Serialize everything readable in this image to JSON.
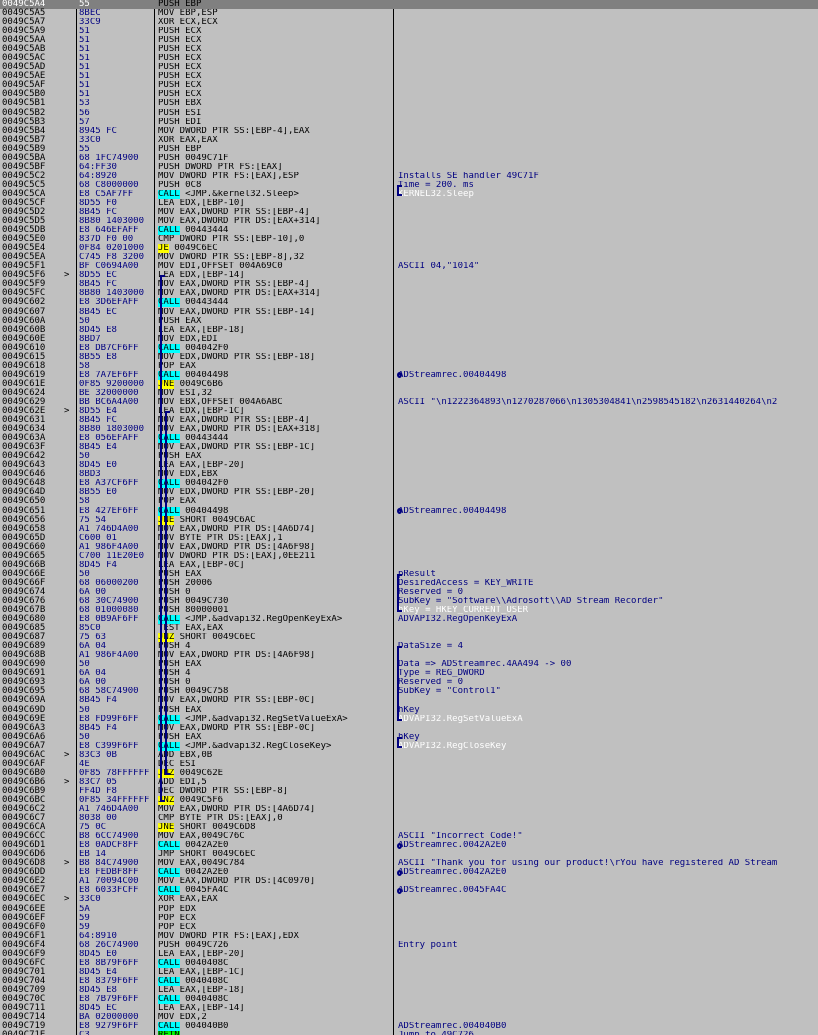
{
  "rows": [
    [
      "0049C5A4",
      "",
      "55",
      "PUSH EBP",
      ""
    ],
    [
      "0049C5A5",
      "",
      "8BEC",
      "MOV EBP,ESP",
      ""
    ],
    [
      "0049C5A7",
      "",
      "33C9",
      "XOR ECX,ECX",
      ""
    ],
    [
      "0049C5A9",
      "",
      "51",
      "PUSH ECX",
      ""
    ],
    [
      "0049C5AA",
      "",
      "51",
      "PUSH ECX",
      ""
    ],
    [
      "0049C5AB",
      "",
      "51",
      "PUSH ECX",
      ""
    ],
    [
      "0049C5AC",
      "",
      "51",
      "PUSH ECX",
      ""
    ],
    [
      "0049C5AD",
      "",
      "51",
      "PUSH ECX",
      ""
    ],
    [
      "0049C5AE",
      "",
      "51",
      "PUSH ECX",
      ""
    ],
    [
      "0049C5AF",
      "",
      "51",
      "PUSH ECX",
      ""
    ],
    [
      "0049C5B0",
      "",
      "51",
      "PUSH ECX",
      ""
    ],
    [
      "0049C5B1",
      "",
      "53",
      "PUSH EBX",
      ""
    ],
    [
      "0049C5B2",
      "",
      "56",
      "PUSH ESI",
      ""
    ],
    [
      "0049C5B3",
      "",
      "57",
      "PUSH EDI",
      ""
    ],
    [
      "0049C5B4",
      "",
      "8945 FC",
      "MOV DWORD PTR SS:[EBP-4],EAX",
      ""
    ],
    [
      "0049C5B7",
      "",
      "33C0",
      "XOR EAX,EAX",
      ""
    ],
    [
      "0049C5B9",
      "",
      "55",
      "PUSH EBP",
      ""
    ],
    [
      "0049C5BA",
      "",
      "68 1FC74900",
      "PUSH 0049C71F",
      ""
    ],
    [
      "0049C5BF",
      "",
      "64:FF30",
      "PUSH DWORD PTR FS:[EAX]",
      ""
    ],
    [
      "0049C5C2",
      "",
      "64:8920",
      "MOV DWORD PTR FS:[EAX],ESP",
      "Installs SE handler 49C71F"
    ],
    [
      "0049C5C5",
      "",
      "68 C8000000",
      "PUSH 0C8",
      "Time = 200. ms"
    ],
    [
      "0049C5CA",
      "",
      "E8 C5AF7FF",
      "CALL <JMP.&kernel32.Sleep>",
      "KERNEL32.Sleep"
    ],
    [
      "0049C5CF",
      "",
      "8D55 F0",
      "LEA EDX,[EBP-10]",
      ""
    ],
    [
      "0049C5D2",
      "",
      "8B45 FC",
      "MOV EAX,DWORD PTR SS:[EBP-4]",
      ""
    ],
    [
      "0049C5D5",
      "",
      "8B80 1403000",
      "MOV EAX,DWORD PTR DS:[EAX+314]",
      ""
    ],
    [
      "0049C5DB",
      "",
      "E8 646EFAFF",
      "CALL 00443444",
      ""
    ],
    [
      "0049C5E0",
      "",
      "837D F0 00",
      "CMP DWORD PTR SS:[EBP-10],0",
      ""
    ],
    [
      "0049C5E4",
      "",
      "0F84 0201000",
      "JE 0049C6EC",
      ""
    ],
    [
      "0049C5EA",
      "",
      "C745 F8 3200",
      "MOV DWORD PTR SS:[EBP-8],32",
      ""
    ],
    [
      "0049C5F1",
      "",
      "BF C0694A00",
      "MOV EDI,OFFSET 004A69C0",
      "ASCII 04,\"1014\""
    ],
    [
      "0049C5F6",
      ">",
      "8D55 EC",
      "LEA EDX,[EBP-14]",
      ""
    ],
    [
      "0049C5F9",
      "",
      "8B45 FC",
      "MOV EAX,DWORD PTR SS:[EBP-4]",
      ""
    ],
    [
      "0049C5FC",
      "",
      "8B80 1403000",
      "MOV EAX,DWORD PTR DS:[EAX+314]",
      ""
    ],
    [
      "0049C602",
      "",
      "E8 3D6EFAFF",
      "CALL 00443444",
      ""
    ],
    [
      "0049C607",
      "",
      "8B45 EC",
      "MOV EAX,DWORD PTR SS:[EBP-14]",
      ""
    ],
    [
      "0049C60A",
      "",
      "50",
      "PUSH EAX",
      ""
    ],
    [
      "0049C60B",
      "",
      "8D45 E8",
      "LEA EAX,[EBP-18]",
      ""
    ],
    [
      "0049C60E",
      "",
      "8BD7",
      "MOV EDX,EDI",
      ""
    ],
    [
      "0049C610",
      "",
      "E8 DB7CF6FF",
      "CALL 004042F0",
      ""
    ],
    [
      "0049C615",
      "",
      "8B55 E8",
      "MOV EDX,DWORD PTR SS:[EBP-18]",
      ""
    ],
    [
      "0049C618",
      "",
      "58",
      "POP EAX",
      ""
    ],
    [
      "0049C619",
      "",
      "E8 7A7EF6FF",
      "CALL 00404498",
      "ADStreamrec.00404498"
    ],
    [
      "0049C61E",
      "",
      "0F85 9200000",
      "JNE 0049C6B6",
      ""
    ],
    [
      "0049C624",
      "",
      "BE 32000000",
      "MOV ESI,32",
      ""
    ],
    [
      "0049C629",
      "",
      "BB BC6A4A00",
      "MOV EBX,OFFSET 004A6ABC",
      "ASCII \"\\n1222364893\\n1270287066\\n1305304841\\n2598545182\\n2631440264\\n2"
    ],
    [
      "0049C62E",
      ">",
      "8D55 E4",
      "LEA EDX,[EBP-1C]",
      ""
    ],
    [
      "0049C631",
      "",
      "8B45 FC",
      "MOV EAX,DWORD PTR SS:[EBP-4]",
      ""
    ],
    [
      "0049C634",
      "",
      "8B80 1803000",
      "MOV EAX,DWORD PTR DS:[EAX+318]",
      ""
    ],
    [
      "0049C63A",
      "",
      "E8 056EFAFF",
      "CALL 00443444",
      ""
    ],
    [
      "0049C63F",
      "",
      "8B45 E4",
      "MOV EAX,DWORD PTR SS:[EBP-1C]",
      ""
    ],
    [
      "0049C642",
      "",
      "50",
      "PUSH EAX",
      ""
    ],
    [
      "0049C643",
      "",
      "8D45 E0",
      "LEA EAX,[EBP-20]",
      ""
    ],
    [
      "0049C646",
      "",
      "8BD3",
      "MOV EDX,EBX",
      ""
    ],
    [
      "0049C648",
      "",
      "E8 A37CF6FF",
      "CALL 004042F0",
      ""
    ],
    [
      "0049C64D",
      "",
      "8B55 E0",
      "MOV EDX,DWORD PTR SS:[EBP-20]",
      ""
    ],
    [
      "0049C650",
      "",
      "58",
      "POP EAX",
      ""
    ],
    [
      "0049C651",
      "",
      "E8 427EF6FF",
      "CALL 00404498",
      "ADStreamrec.00404498"
    ],
    [
      "0049C656",
      "",
      "75 54",
      "JNE SHORT 0049C6AC",
      ""
    ],
    [
      "0049C658",
      "",
      "A1 746D4A00",
      "MOV EAX,DWORD PTR DS:[4A6D74]",
      ""
    ],
    [
      "0049C65D",
      "",
      "C600 01",
      "MOV BYTE PTR DS:[EAX],1",
      ""
    ],
    [
      "0049C660",
      "",
      "A1 986F4A00",
      "MOV EAX,DWORD PTR DS:[4A6F98]",
      ""
    ],
    [
      "0049C665",
      "",
      "C700 11E20E0",
      "MOV DWORD PTR DS:[EAX],0EE211",
      ""
    ],
    [
      "0049C66B",
      "",
      "8D45 F4",
      "LEA EAX,[EBP-0C]",
      ""
    ],
    [
      "0049C66E",
      "",
      "50",
      "PUSH EAX",
      "pResult"
    ],
    [
      "0049C66F",
      "",
      "68 06000200",
      "PUSH 20006",
      "DesiredAccess = KEY_WRITE"
    ],
    [
      "0049C674",
      "",
      "6A 00",
      "PUSH 0",
      "Reserved = 0"
    ],
    [
      "0049C676",
      "",
      "68 30C74900",
      "PUSH 0049C730",
      "SubKey = \"Software\\\\Adrosoft\\\\AD Stream Recorder\""
    ],
    [
      "0049C67B",
      "",
      "68 01000080",
      "PUSH 80000001",
      "hKey = HKEY_CURRENT_USER"
    ],
    [
      "0049C680",
      "",
      "E8 0B9AF6FF",
      "CALL <JMP.&advapi32.RegOpenKeyExA>",
      "ADVAPI32.RegOpenKeyExA"
    ],
    [
      "0049C685",
      "",
      "85C0",
      "TEST EAX,EAX",
      ""
    ],
    [
      "0049C687",
      "",
      "75 63",
      "JNZ SHORT 0049C6EC",
      ""
    ],
    [
      "0049C689",
      "",
      "6A 04",
      "PUSH 4",
      "DataSize = 4"
    ],
    [
      "0049C68B",
      "",
      "A1 986F4A00",
      "MOV EAX,DWORD PTR DS:[4A6F98]",
      ""
    ],
    [
      "0049C690",
      "",
      "50",
      "PUSH EAX",
      "Data => ADStreamrec.4AA494 -> 00"
    ],
    [
      "0049C691",
      "",
      "6A 04",
      "PUSH 4",
      "Type = REG_DWORD"
    ],
    [
      "0049C693",
      "",
      "6A 00",
      "PUSH 0",
      "Reserved = 0"
    ],
    [
      "0049C695",
      "",
      "68 58C74900",
      "PUSH 0049C758",
      "SubKey = \"Control1\""
    ],
    [
      "0049C69A",
      "",
      "8B45 F4",
      "MOV EAX,DWORD PTR SS:[EBP-0C]",
      ""
    ],
    [
      "0049C69D",
      "",
      "50",
      "PUSH EAX",
      "hKey"
    ],
    [
      "0049C69E",
      "",
      "E8 FD99F6FF",
      "CALL <JMP.&advapi32.RegSetValueExA>",
      "ADVAPI32.RegSetValueExA"
    ],
    [
      "0049C6A3",
      "",
      "8B45 F4",
      "MOV EAX,DWORD PTR SS:[EBP-0C]",
      ""
    ],
    [
      "0049C6A6",
      "",
      "50",
      "PUSH EAX",
      "hKey"
    ],
    [
      "0049C6A7",
      "",
      "E8 C399F6FF",
      "CALL <JMP.&advapi32.RegCloseKey>",
      "ADVAPI32.RegCloseKey"
    ],
    [
      "0049C6AC",
      ">",
      "83C3 0B",
      "ADD EBX,0B",
      ""
    ],
    [
      "0049C6AF",
      "",
      "4E",
      "DEC ESI",
      ""
    ],
    [
      "0049C6B0",
      "",
      "0F85 78FFFFFF",
      "JNZ 0049C62E",
      ""
    ],
    [
      "0049C6B6",
      ">",
      "83C7 05",
      "ADD EDI,5",
      ""
    ],
    [
      "0049C6B9",
      "",
      "FF4D F8",
      "DEC DWORD PTR SS:[EBP-8]",
      ""
    ],
    [
      "0049C6BC",
      "",
      "0F85 34FFFFFF",
      "JNZ 0049C5F6",
      ""
    ],
    [
      "0049C6C2",
      "",
      "A1 746D4A00",
      "MOV EAX,DWORD PTR DS:[4A6D74]",
      ""
    ],
    [
      "0049C6C7",
      "",
      "8038 00",
      "CMP BYTE PTR DS:[EAX],0",
      ""
    ],
    [
      "0049C6CA",
      "",
      "75 0C",
      "JNE SHORT 0049C6D8",
      ""
    ],
    [
      "0049C6CC",
      "",
      "B8 6CC74900",
      "MOV EAX,0049C76C",
      "ASCII \"Incorrect Code!\""
    ],
    [
      "0049C6D1",
      "",
      "E8 0ADCF8FF",
      "CALL 0042A2E0",
      "ADStreamrec.0042A2E0"
    ],
    [
      "0049C6D6",
      "",
      "EB 14",
      "JMP SHORT 0049C6EC",
      ""
    ],
    [
      "0049C6D8",
      ">",
      "B8 84C74900",
      "MOV EAX,0049C784",
      "ASCII \"Thank you for using our product!\\rYou have registered AD Stream"
    ],
    [
      "0049C6DD",
      "",
      "E8 FEDBF8FF",
      "CALL 0042A2E0",
      "ADStreamrec.0042A2E0"
    ],
    [
      "0049C6E2",
      "",
      "A1 70094C00",
      "MOV EAX,DWORD PTR DS:[4C0970]",
      ""
    ],
    [
      "0049C6E7",
      "",
      "E8 6033FCFF",
      "CALL 0045FA4C",
      "ADStreamrec.0045FA4C"
    ],
    [
      "0049C6EC",
      ">",
      "33C0",
      "XOR EAX,EAX",
      ""
    ],
    [
      "0049C6EE",
      "",
      "5A",
      "POP EDX",
      ""
    ],
    [
      "0049C6EF",
      "",
      "59",
      "POP ECX",
      ""
    ],
    [
      "0049C6F0",
      "",
      "59",
      "POP ECX",
      ""
    ],
    [
      "0049C6F1",
      "",
      "64:8910",
      "MOV DWORD PTR FS:[EAX],EDX",
      ""
    ],
    [
      "0049C6F4",
      "",
      "68 26C74900",
      "PUSH 0049C726",
      "Entry point"
    ],
    [
      "0049C6F9",
      "",
      "8D45 E0",
      "LEA EAX,[EBP-20]",
      ""
    ],
    [
      "0049C6FC",
      "",
      "E8 8B79F6FF",
      "CALL 0040408C",
      ""
    ],
    [
      "0049C701",
      "",
      "8D45 E4",
      "LEA EAX,[EBP-1C]",
      ""
    ],
    [
      "0049C704",
      "",
      "E8 8379F6FF",
      "CALL 0040408C",
      ""
    ],
    [
      "0049C709",
      "",
      "8D45 E8",
      "LEA EAX,[EBP-18]",
      ""
    ],
    [
      "0049C70C",
      "",
      "E8 7B79F6FF",
      "CALL 0040408C",
      ""
    ],
    [
      "0049C711",
      "",
      "8D45 EC",
      "LEA EAX,[EBP-14]",
      ""
    ],
    [
      "0049C714",
      "",
      "BA 02000000",
      "MOV EDX,2",
      ""
    ],
    [
      "0049C719",
      "",
      "E8 9279F6FF",
      "CALL 004040B0",
      "ADStreamrec.004040B0"
    ],
    [
      "0049C71E",
      "",
      "C3",
      "RETN",
      "Jump to 49C726"
    ]
  ]
}
